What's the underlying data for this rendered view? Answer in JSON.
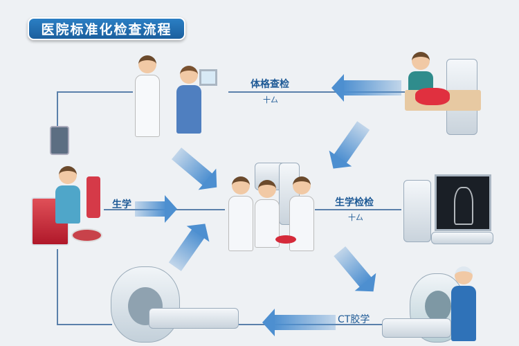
{
  "title": "医院标准化检查流程",
  "steps": {
    "physical_exam": {
      "label": "体格查检",
      "sub": "十厶"
    },
    "biochem_exam": {
      "label": "生学检检",
      "sub": "十厶"
    },
    "lab": {
      "label": "生学"
    },
    "ct": {
      "label": "CT胶学"
    }
  },
  "colors": {
    "title_bg": "#1b5f9e",
    "arrow": "#4d8fd0",
    "line": "#5a80aa",
    "text": "#1e5a96"
  }
}
